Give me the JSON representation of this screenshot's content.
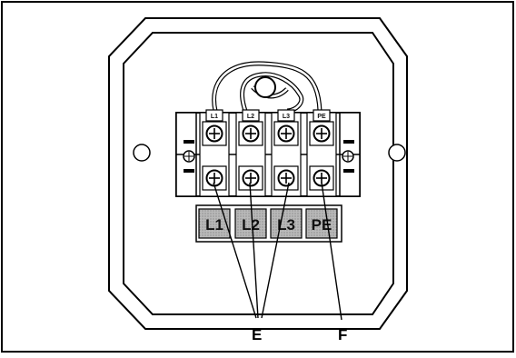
{
  "terminal_tags": [
    "L1",
    "L2",
    "L3",
    "PE"
  ],
  "terminal_labels": [
    "L1",
    "L2",
    "L3",
    "PE"
  ],
  "callouts": {
    "e": "E",
    "f": "F"
  }
}
